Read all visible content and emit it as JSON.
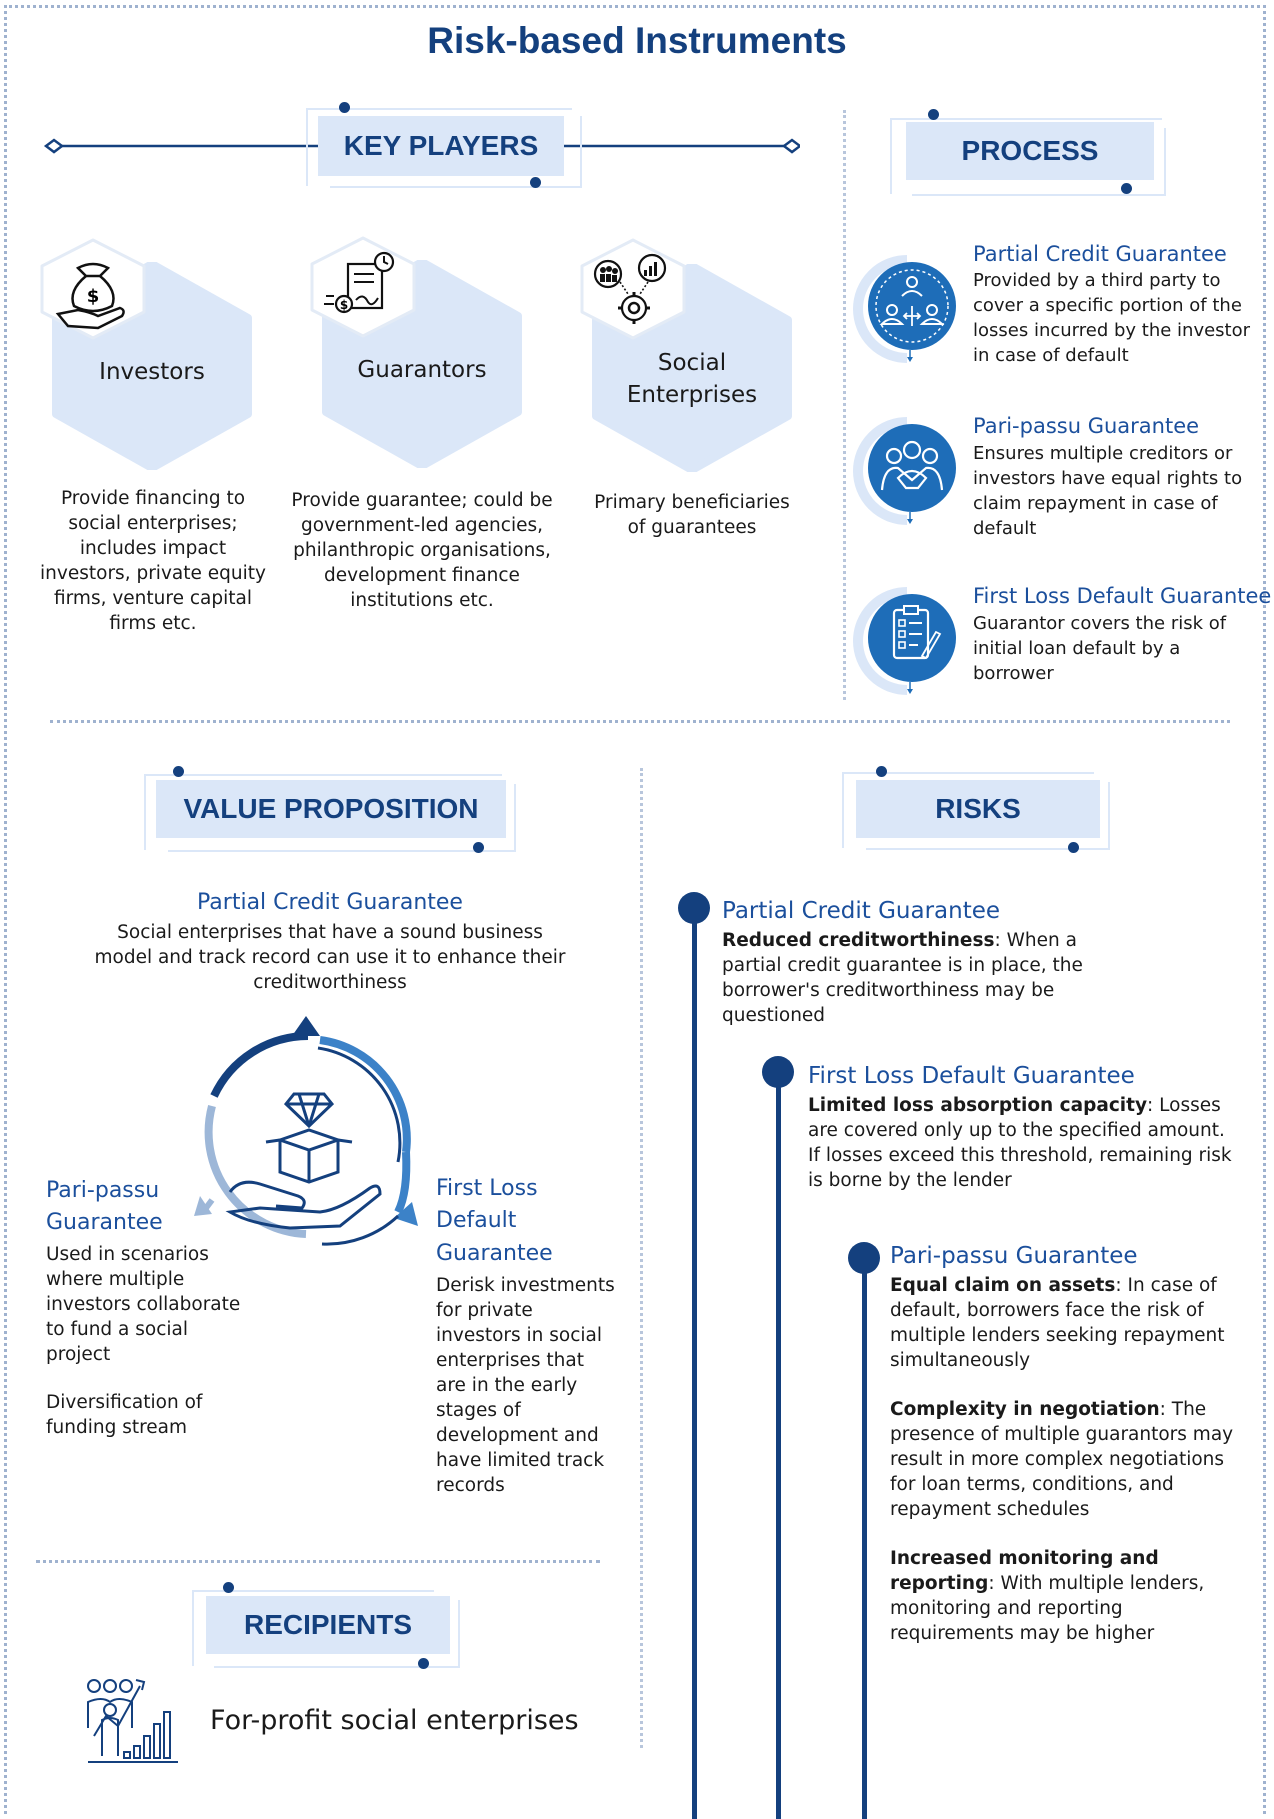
{
  "title": "Risk-based Instruments",
  "colors": {
    "primary": "#14407e",
    "accent": "#1b6fb8",
    "light": "#dbe7f8"
  },
  "key_players": {
    "heading": "KEY PLAYERS",
    "items": [
      {
        "icon": "money-bag-hand-icon",
        "label": "Investors",
        "desc": "Provide financing to social enterprises; includes impact investors, private equity firms, venture capital firms etc."
      },
      {
        "icon": "contract-signing-icon",
        "label": "Guarantors",
        "desc": "Provide guarantee;  could be government-led agencies, philanthropic organisations, development finance institutions etc."
      },
      {
        "icon": "team-growth-gear-icon",
        "label_line1": "Social",
        "label_line2": "Enterprises",
        "desc": "Primary beneficiaries of guarantees"
      }
    ]
  },
  "process": {
    "heading": "PROCESS",
    "items": [
      {
        "icon": "people-exchange-icon",
        "title": "Partial Credit Guarantee",
        "text": "Provided by a third party to cover a specific portion of the losses incurred by the investor in case of default"
      },
      {
        "icon": "group-handshake-icon",
        "title": "Pari-passu Guarantee",
        "text": "Ensures multiple creditors or investors have equal rights to claim repayment in case of default"
      },
      {
        "icon": "checklist-clipboard-icon",
        "title": "First Loss Default Guarantee",
        "text": "Guarantor covers the risk of initial loan default by a borrower"
      }
    ]
  },
  "value_proposition": {
    "heading": "VALUE PROPOSITION",
    "top": {
      "title": "Partial Credit Guarantee",
      "text": "Social enterprises that have a sound business model and track record can use it to enhance their creditworthiness"
    },
    "left": {
      "title_line1": "Pari-passu",
      "title_line2": "Guarantee",
      "text": "Used in scenarios where multiple investors collaborate to fund a social project",
      "text2": "Diversification of funding stream"
    },
    "right": {
      "title_line1": "First Loss",
      "title_line2": "Default",
      "title_line3": "Guarantee",
      "text": "Derisk investments for private investors in social enterprises that are in the early stages of development and have limited track records"
    },
    "center_icon": "diamond-box-hand-icon"
  },
  "recipients": {
    "heading": "RECIPIENTS",
    "icon": "people-growth-chart-icon",
    "text": "For-profit social enterprises"
  },
  "risks": {
    "heading": "RISKS",
    "items": [
      {
        "title": "Partial Credit Guarantee",
        "points": [
          {
            "bold": "Reduced creditworthiness",
            "text": ": When a partial credit guarantee is in place, the borrower's creditworthiness may be questioned"
          }
        ]
      },
      {
        "title": "First Loss Default Guarantee",
        "points": [
          {
            "bold": "Limited loss absorption capacity",
            "text": ": Losses are covered only up to the specified amount. If losses exceed this threshold, remaining risk is borne by the lender"
          }
        ]
      },
      {
        "title": "Pari-passu Guarantee",
        "points": [
          {
            "bold": "Equal claim on assets",
            "text": ": In case of default, borrowers face the risk of multiple lenders seeking repayment simultaneously"
          },
          {
            "bold": "Complexity in negotiation",
            "text": ": The presence of multiple guarantors may result in more complex negotiations for loan terms, conditions, and repayment schedules"
          },
          {
            "bold": "Increased monitoring and reporting",
            "text": ": With multiple lenders, monitoring and reporting requirements may be higher"
          }
        ]
      }
    ]
  }
}
